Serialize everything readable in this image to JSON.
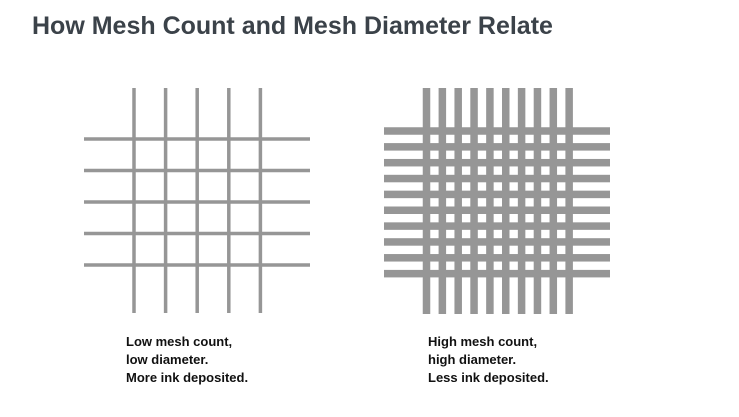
{
  "title": "How Mesh Count and Mesh Diameter Relate",
  "colors": {
    "mesh": "#969696",
    "title": "#3b4249"
  },
  "diagrams": [
    {
      "name": "low-mesh",
      "threads_per_direction": 5,
      "thread_diameter": "low",
      "caption": [
        "Low mesh count,",
        "low diameter.",
        "More ink deposited."
      ]
    },
    {
      "name": "high-mesh",
      "threads_per_direction": 10,
      "thread_diameter": "high",
      "caption": [
        "High mesh count,",
        "high diameter.",
        "Less ink deposited."
      ]
    }
  ]
}
